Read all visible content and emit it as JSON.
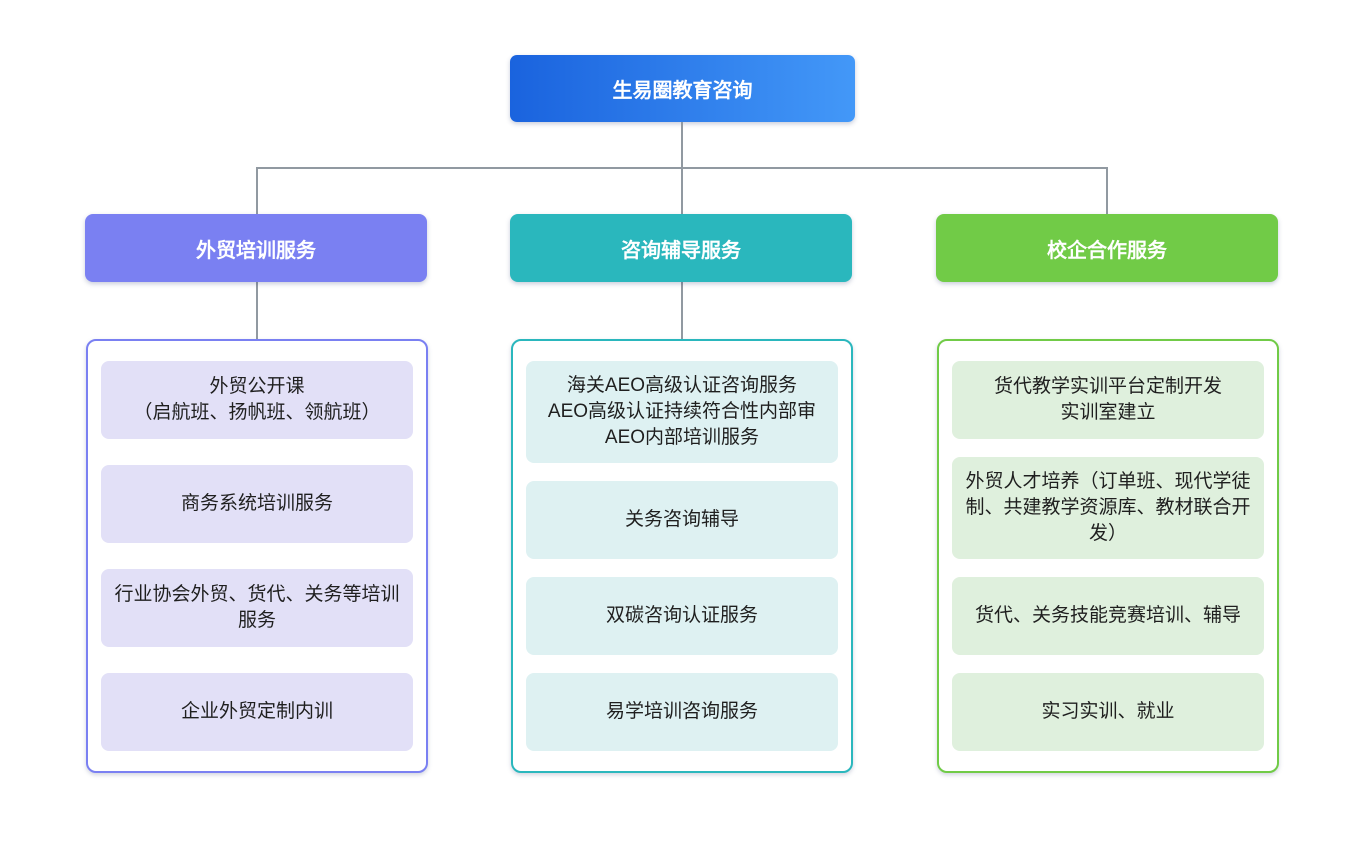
{
  "root": {
    "label": "生易圈教育咨询"
  },
  "branches": [
    {
      "label": "外贸培训服务",
      "items": [
        "外贸公开课\n（启航班、扬帆班、领航班）",
        "商务系统培训服务",
        "行业协会外贸、货代、关务等培训服务",
        "企业外贸定制内训"
      ]
    },
    {
      "label": "咨询辅导服务",
      "items": [
        "海关AEO高级认证咨询服务\nAEO高级认证持续符合性内部审\nAEO内部培训服务",
        "关务咨询辅导",
        "双碳咨询认证服务",
        "易学培训咨询服务"
      ]
    },
    {
      "label": "校企合作服务",
      "items": [
        "货代教学实训平台定制开发\n实训室建立",
        "外贸人才培养（订单班、现代学徒制、共建教学资源库、教材联合开发）",
        "货代、关务技能竞赛培训、辅导",
        "实习实训、就业"
      ]
    }
  ],
  "colors": {
    "root_gradient_start": "#1a63de",
    "root_gradient_end": "#4398f8",
    "branch_1": "#7a80f2",
    "branch_1_light": "#e2e0f7",
    "branch_2": "#2ab7bd",
    "branch_2_light": "#def1f2",
    "branch_3": "#71cb47",
    "branch_3_light": "#dff0dd",
    "connector": "#9199a1",
    "text_dark": "#1f1f1f"
  }
}
